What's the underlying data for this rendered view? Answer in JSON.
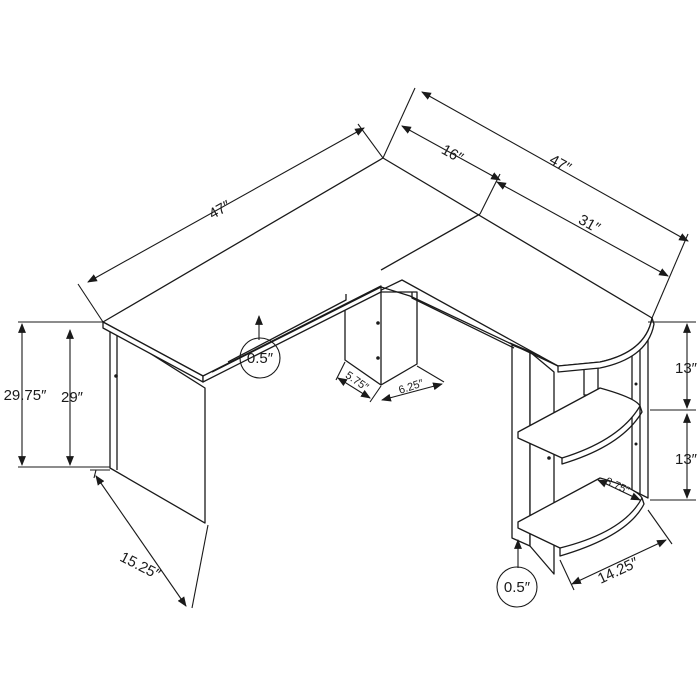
{
  "dimensions": {
    "left_desk_length": "47″",
    "right_desk_length": "47″",
    "right_desk_width_16": "16″",
    "right_desk_section_31": "31″",
    "overall_height": "29.75″",
    "leg_height": "29″",
    "left_leg_depth": "15.25″",
    "top_thickness_left": "0.5″",
    "center_panel_width": "5.75″",
    "center_panel_depth": "6.25″",
    "shelf_spacing_upper": "13″",
    "shelf_spacing_lower": "13″",
    "shelf_depth": "8.75″",
    "shelf_unit_width": "14.25″",
    "bottom_thickness": "0.5″"
  }
}
